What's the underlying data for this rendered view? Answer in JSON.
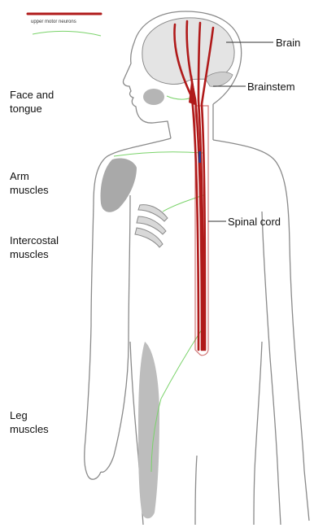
{
  "legend": {
    "text": "upper motor neurons",
    "color": "#b01a1a"
  },
  "labels": {
    "brain": "Brain",
    "brainstem": "Brainstem",
    "spinal_cord": "Spinal cord",
    "face_tongue": "Face and\ntongue",
    "arm_muscles": "Arm\nmuscles",
    "intercostal_muscles": "Intercostal\nmuscles",
    "leg_muscles": "Leg\nmuscles"
  },
  "colors": {
    "neuron": "#b01a1a",
    "outline": "#8a8a8a",
    "muscle_fill": "#a9a9a9",
    "brain_fill": "#e4e4e4",
    "nerve_branch": "#7ad36a"
  }
}
